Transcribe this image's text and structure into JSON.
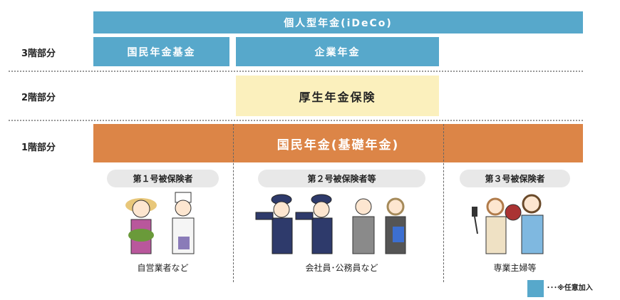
{
  "tiers": {
    "tier3": "3階部分",
    "tier2": "2階部分",
    "tier1": "1階部分"
  },
  "boxes": {
    "ideco": "個人型年金(iDeCo)",
    "national_fund": "国民年金基金",
    "corporate": "企業年金",
    "employee_pension": "厚生年金保険",
    "national_pension": "国民年金(基礎年金)"
  },
  "groups": [
    {
      "label": "第１号被保険者",
      "caption": "自営業者など"
    },
    {
      "label": "第２号被保険者等",
      "caption": "会社員･公務員など"
    },
    {
      "label": "第３号被保険者",
      "caption": "専業主婦等"
    }
  ],
  "legend": {
    "text": "･･･※任意加入"
  },
  "colors": {
    "blue": "#57a8cb",
    "yellow": "#fbf0bd",
    "orange": "#dc8547"
  }
}
